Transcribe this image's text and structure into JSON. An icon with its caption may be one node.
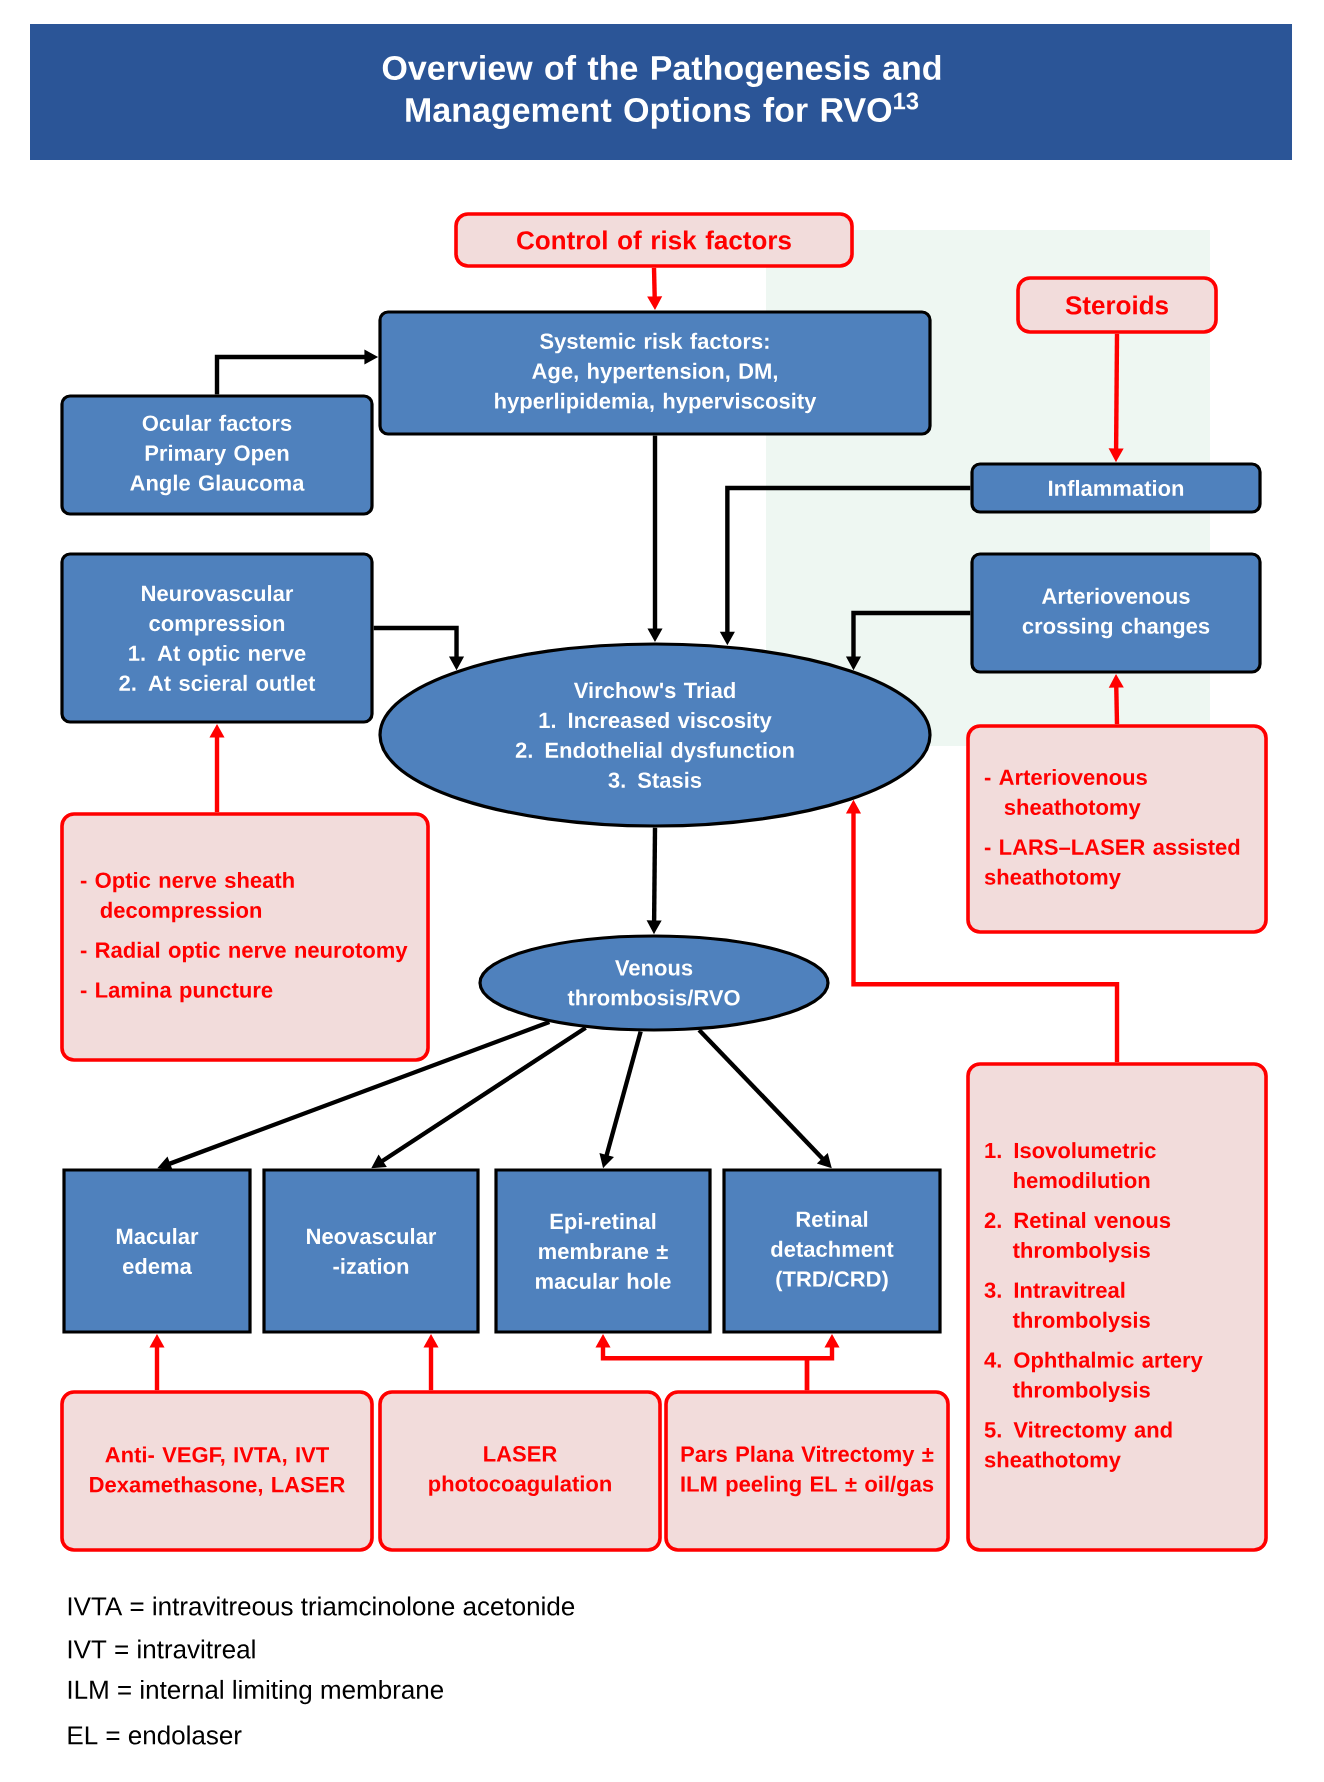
{
  "diagram": {
    "title": "Overview of the Pathogenesis and Management Options for RVO$^{13}$",
    "nodes": [
      {
        "text": [
          "Control of risk factors"
        ]
      },
      {
        "text": [
          "Systemic risk factors:",
          "Age, hypertension, DM, hyperlipidemia, hyperviscosity"
        ]
      },
      {
        "text": [
          "Steroids"
        ]
      },
      {
        "text": [
          "Ocular factors",
          "Primary Open Angle Glaucoma"
        ]
      },
      {
        "text": [
          "Inflammation"
        ]
      },
      {
        "text": [
          "Neurovascular compression",
          "1. At optic nerve",
          "2. At scieral outlet"
        ]
      },
      {
        "text": [
          "Arteriovenous crossing changes"
        ]
      },
      {
        "text": [
          "Virchow's Triad",
          "1. Increased viscosity",
          "2. Endothelial dysfunction",
          "3. Stasis"
        ]
      },
      {
        "text": [
          "- Optic nerve sheath decompression",
          "- Radial optic nerve neurotomy",
          "- Lamina puncture"
        ]
      },
      {
        "text": [
          "- Arteriovenous sheathotomy",
          "- LARS–LASER assisted sheathotomy"
        ]
      },
      {
        "text": [
          "Venous thrombosis/RVO"
        ]
      },
      {
        "text": [
          "1. Isovolumetric hemodilution",
          "2. Retinal venous thrombolysis",
          "3. Intravitreal thrombolysis",
          "4. Ophthalmic artery thrombolysis",
          "5. Vitrectomy and sheathotomy"
        ]
      },
      {
        "text": [
          "Macular edema"
        ]
      },
      {
        "text": [
          "Neovascular -ization"
        ]
      },
      {
        "text": [
          "Epi-retinal membrane ± macular hole"
        ]
      },
      {
        "text": [
          "Retinal detachment (TRD/CRD)"
        ]
      },
      {
        "text": [
          "Anti- VEGF, IVTA, IVT Dexamethasone, LASER"
        ]
      },
      {
        "text": [
          "LASER photocoagulation"
        ]
      },
      {
        "text": [
          "Pars Plana Vitrectomy ± ILM peeling EL ± oil/gas"
        ]
      }
    ],
    "edges": [
      {
        "from": 0,
        "to": 1,
        "arrow": "to",
        "color": "#ff0000"
      },
      {
        "from": 3,
        "to": 1,
        "arrow": "to"
      },
      {
        "from": 1,
        "to": 7,
        "arrow": "to"
      },
      {
        "from": 2,
        "to": 4,
        "arrow": "to",
        "color": "#ff0000"
      },
      {
        "from": 4,
        "to": 7,
        "arrow": "to"
      },
      {
        "from": 5,
        "to": 7,
        "arrow": "to"
      },
      {
        "from": 6,
        "to": 7,
        "arrow": "to"
      },
      {
        "from": 8,
        "to": 5,
        "arrow": "to",
        "color": "#ff0000"
      },
      {
        "from": 9,
        "to": 6,
        "arrow": "to",
        "color": "#ff0000"
      },
      {
        "from": 11,
        "to": 7,
        "arrow": "to",
        "color": "#ff0000"
      },
      {
        "from": 7,
        "to": 10,
        "arrow": "to"
      },
      {
        "from": 10,
        "to": 12,
        "arrow": "to"
      },
      {
        "from": 10,
        "to": 13,
        "arrow": "to"
      },
      {
        "from": 10,
        "to": 14,
        "arrow": "to"
      },
      {
        "from": 10,
        "to": 15,
        "arrow": "to"
      },
      {
        "from": 16,
        "to": 12,
        "arrow": "to",
        "color": "#ff0000"
      },
      {
        "from": 17,
        "to": 13,
        "arrow": "to",
        "color": "#ff0000"
      },
      {
        "from": 18,
        "to": 14,
        "arrow": "to",
        "color": "#ff0000"
      },
      {
        "from": 18,
        "to": 15,
        "arrow": "to",
        "color": "#ff0000"
      }
    ],
    "labels": [
      "IVTA = intravitreous triamcinolone acetonide",
      "IVT = intravitreal",
      "ILM = internal limiting membrane",
      "EL = endolaser"
    ]
  }
}
